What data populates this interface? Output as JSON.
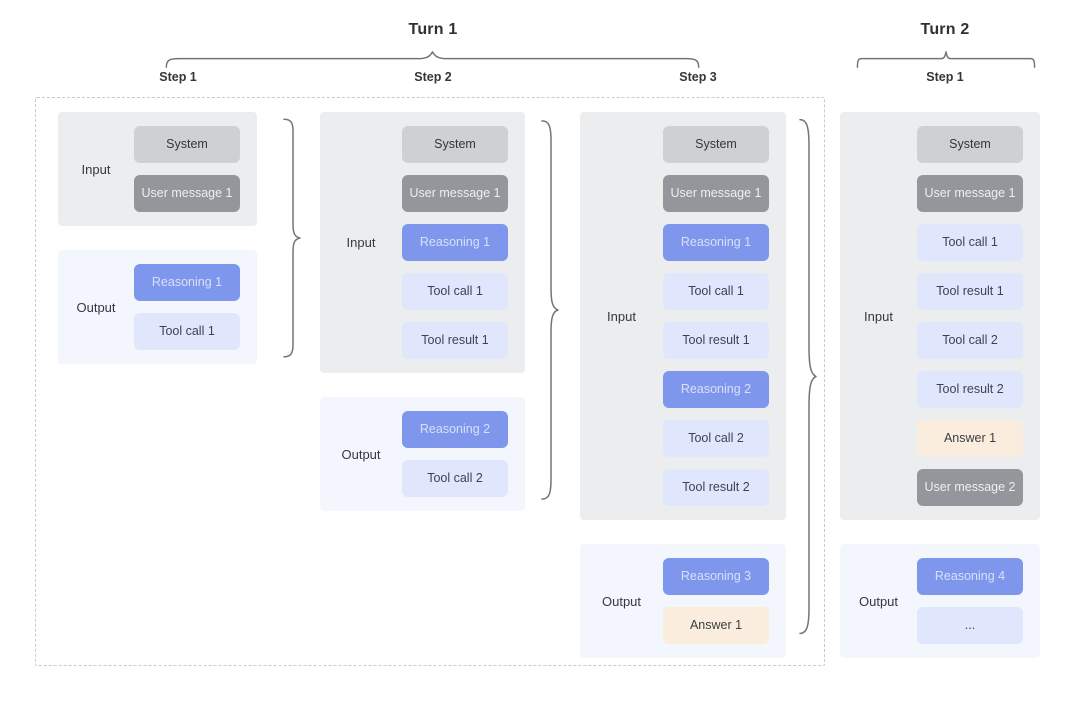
{
  "turns": [
    {
      "title": "Turn 1",
      "step_labels": [
        "Step 1",
        "Step 2",
        "Step 3"
      ]
    },
    {
      "title": "Turn 2",
      "step_labels": [
        "Step 1"
      ]
    }
  ],
  "group_labels": {
    "input": "Input",
    "output": "Output"
  },
  "columns": [
    {
      "step_label": "Step 1",
      "input_chips": [
        {
          "label": "System",
          "kind": "system"
        },
        {
          "label": "User message 1",
          "kind": "user"
        }
      ],
      "output_chips": [
        {
          "label": "Reasoning 1",
          "kind": "reasoning"
        },
        {
          "label": "Tool call 1",
          "kind": "tool"
        }
      ]
    },
    {
      "step_label": "Step 2",
      "input_chips": [
        {
          "label": "System",
          "kind": "system"
        },
        {
          "label": "User message 1",
          "kind": "user"
        },
        {
          "label": "Reasoning 1",
          "kind": "reasoning"
        },
        {
          "label": "Tool call 1",
          "kind": "tool"
        },
        {
          "label": "Tool result 1",
          "kind": "tool"
        }
      ],
      "output_chips": [
        {
          "label": "Reasoning 2",
          "kind": "reasoning"
        },
        {
          "label": "Tool call 2",
          "kind": "tool"
        }
      ]
    },
    {
      "step_label": "Step 3",
      "input_chips": [
        {
          "label": "System",
          "kind": "system"
        },
        {
          "label": "User message 1",
          "kind": "user"
        },
        {
          "label": "Reasoning 1",
          "kind": "reasoning"
        },
        {
          "label": "Tool call 1",
          "kind": "tool"
        },
        {
          "label": "Tool result 1",
          "kind": "tool"
        },
        {
          "label": "Reasoning 2",
          "kind": "reasoning"
        },
        {
          "label": "Tool call 2",
          "kind": "tool"
        },
        {
          "label": "Tool result 2",
          "kind": "tool"
        }
      ],
      "output_chips": [
        {
          "label": "Reasoning 3",
          "kind": "reasoning"
        },
        {
          "label": "Answer 1",
          "kind": "answer"
        }
      ]
    },
    {
      "step_label": "Step 1",
      "input_chips": [
        {
          "label": "System",
          "kind": "system"
        },
        {
          "label": "User message 1",
          "kind": "user"
        },
        {
          "label": "Tool call 1",
          "kind": "tool"
        },
        {
          "label": "Tool result 1",
          "kind": "tool"
        },
        {
          "label": "Tool call 2",
          "kind": "tool"
        },
        {
          "label": "Tool result 2",
          "kind": "tool"
        },
        {
          "label": "Answer 1",
          "kind": "answer"
        },
        {
          "label": "User message 2",
          "kind": "user"
        }
      ],
      "output_chips": [
        {
          "label": "Reasoning 4",
          "kind": "reasoning"
        },
        {
          "label": "...",
          "kind": "tool"
        }
      ]
    }
  ],
  "colors": {
    "title-text": "#2e3135",
    "label-strong": "#33363b",
    "label-text": "#34393f",
    "brace": "#737578",
    "dashed-border": "#c9cacc",
    "input-group-bg": "#ebedef",
    "output-group-bg": "#f3f6fd",
    "system-bg": "#ced0d4",
    "system-text": "#33363c",
    "user-bg": "#95969b",
    "user-text": "#edeff2",
    "reasoning-bg": "#7e97ec",
    "reasoning-text": "#d8e0f8",
    "tool-bg": "#e0e7fc",
    "tool-text": "#3d4353",
    "answer-bg": "#faeddd",
    "answer-text": "#3a3e45"
  }
}
